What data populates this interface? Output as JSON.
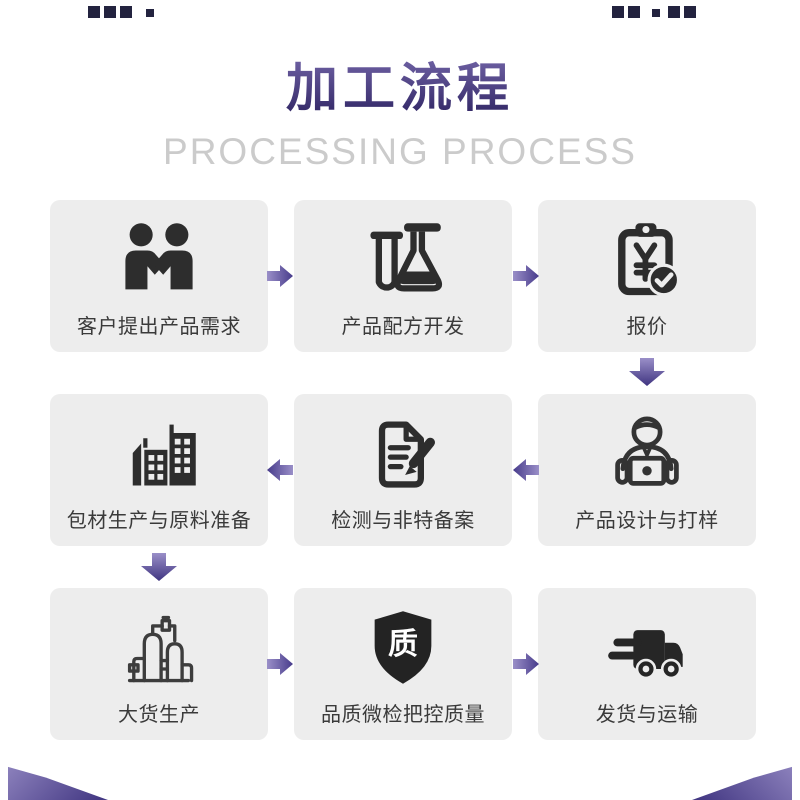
{
  "header": {
    "title": "加工流程",
    "subtitle": "PROCESSING PROCESS"
  },
  "steps": [
    {
      "label": "客户提出产品需求",
      "icon": "handshake-icon"
    },
    {
      "label": "产品配方开发",
      "icon": "lab-flask-icon"
    },
    {
      "label": "报价",
      "icon": "quotation-clipboard-icon"
    },
    {
      "label": "产品设计与打样",
      "icon": "designer-laptop-icon"
    },
    {
      "label": "检测与非特备案",
      "icon": "document-pencil-icon"
    },
    {
      "label": "包材生产与原料准备",
      "icon": "factory-buildings-icon"
    },
    {
      "label": "大货生产",
      "icon": "production-tanks-icon"
    },
    {
      "label": "品质微检把控质量",
      "icon": "quality-shield-icon",
      "shield_char": "质"
    },
    {
      "label": "发货与运输",
      "icon": "delivery-truck-icon"
    }
  ],
  "flow_arrow_directions": [
    "right",
    "right",
    "down",
    "left",
    "left",
    "down",
    "right",
    "right"
  ],
  "colors": {
    "title_gradient_top": "#7b6db0",
    "title_gradient_bottom": "#2c2260",
    "subtitle_gray": "#cbcbcb",
    "card_background": "#ededed",
    "icon_dark": "#2d2d2d",
    "label_text": "#3a3a3a",
    "arrow_light_purple": "#9a8fc8",
    "arrow_dark_purple": "#473b8b"
  }
}
